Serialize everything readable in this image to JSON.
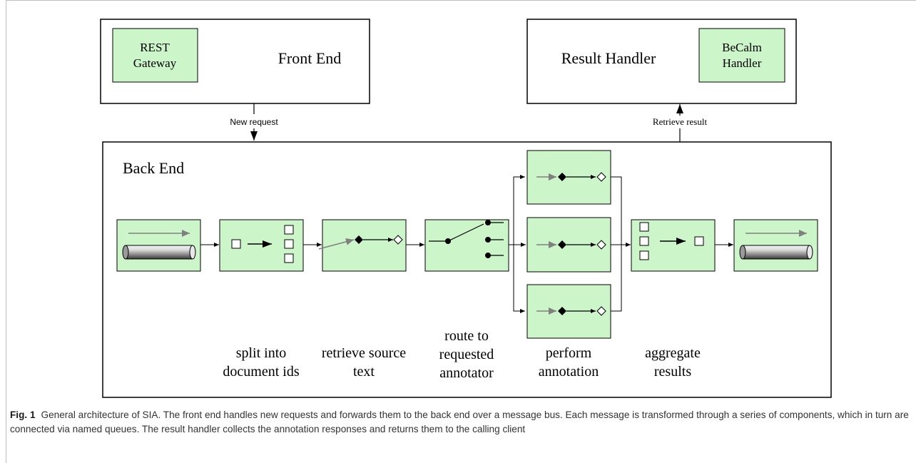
{
  "front_end": {
    "title": "Front End",
    "rest_gateway": [
      "REST",
      "Gateway"
    ]
  },
  "result_handler": {
    "title": "Result Handler",
    "becalm_handler": [
      "BeCalm",
      "Handler"
    ]
  },
  "arrows": {
    "new_request": "New request",
    "retrieve_result": "Retrieve result"
  },
  "back_end": {
    "title": "Back End"
  },
  "stages": {
    "split": [
      "split into",
      "document ids"
    ],
    "retrieve": [
      "retrieve source",
      "text"
    ],
    "route": [
      "route to",
      "requested",
      "annotator"
    ],
    "annotate": [
      "perform",
      "annotation"
    ],
    "aggregate": [
      "aggregate",
      "results"
    ]
  },
  "caption": {
    "label": "Fig. 1",
    "text": "General architecture of SIA. The front end handles new requests and forwards them to the back end over a message bus. Each message is transformed through a series of components, which in turn are connected via named queues. The result handler collects the annotation responses and returns them to the calling client"
  },
  "colors": {
    "component_fill": "#ccf5c9",
    "arrow_gray": "#808080",
    "line": "#000000"
  }
}
